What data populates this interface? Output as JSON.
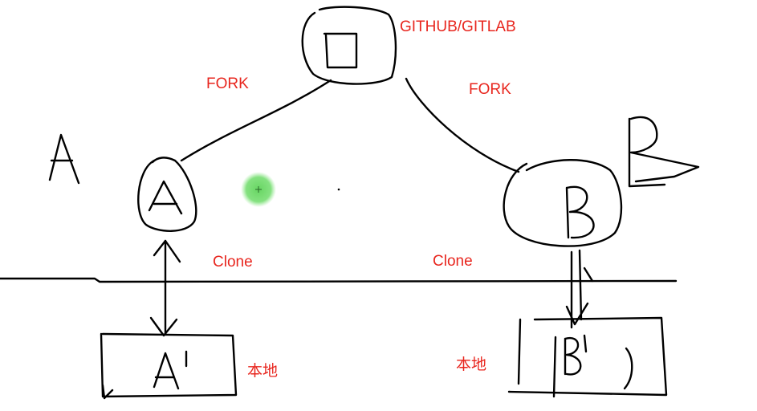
{
  "labels": {
    "hub": "GITHUB/GITLAB",
    "fork_left": "FORK",
    "fork_right": "FORK",
    "clone_left": "Clone",
    "clone_right": "Clone",
    "local_left": "本地",
    "local_right": "本地"
  },
  "colors": {
    "label": "#e8261e",
    "ink": "#000000",
    "cursor_highlight": "#5fd35a"
  }
}
